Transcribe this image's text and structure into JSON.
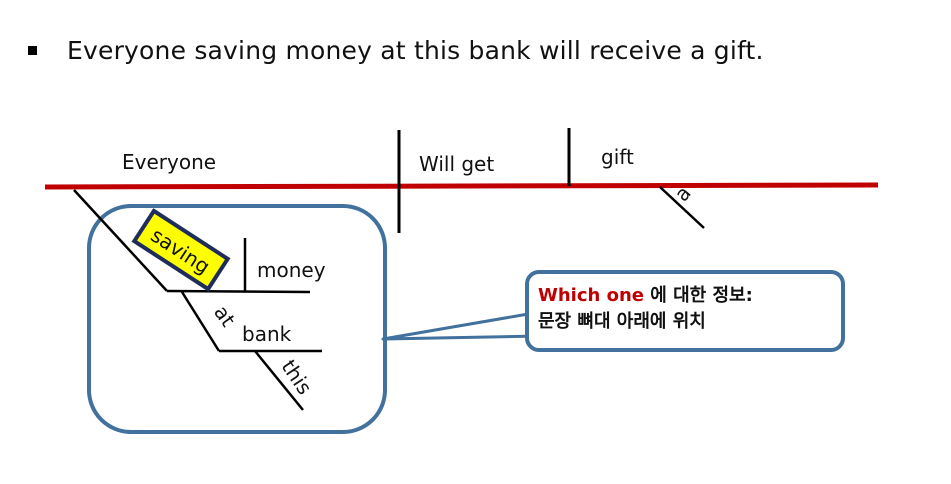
{
  "sentence": "Everyone saving money at this bank will receive a gift.",
  "diagram": {
    "subject": "Everyone",
    "verb": "Will get",
    "object": "gift",
    "object_modifier": "a",
    "participle": "saving",
    "participle_object": "money",
    "preposition": "at",
    "prep_object": "bank",
    "prep_modifier": "this"
  },
  "callout": {
    "highlight": "Which one",
    "line1_rest": " 에 대한 정보:",
    "line2": "문장 뼈대 아래에 위치"
  },
  "colors": {
    "baseline": "#c00000",
    "box_border": "#41719c",
    "highlight_fill": "#ffff00",
    "highlight_border": "#1f2d5c",
    "callout_highlight": "#c00000"
  }
}
